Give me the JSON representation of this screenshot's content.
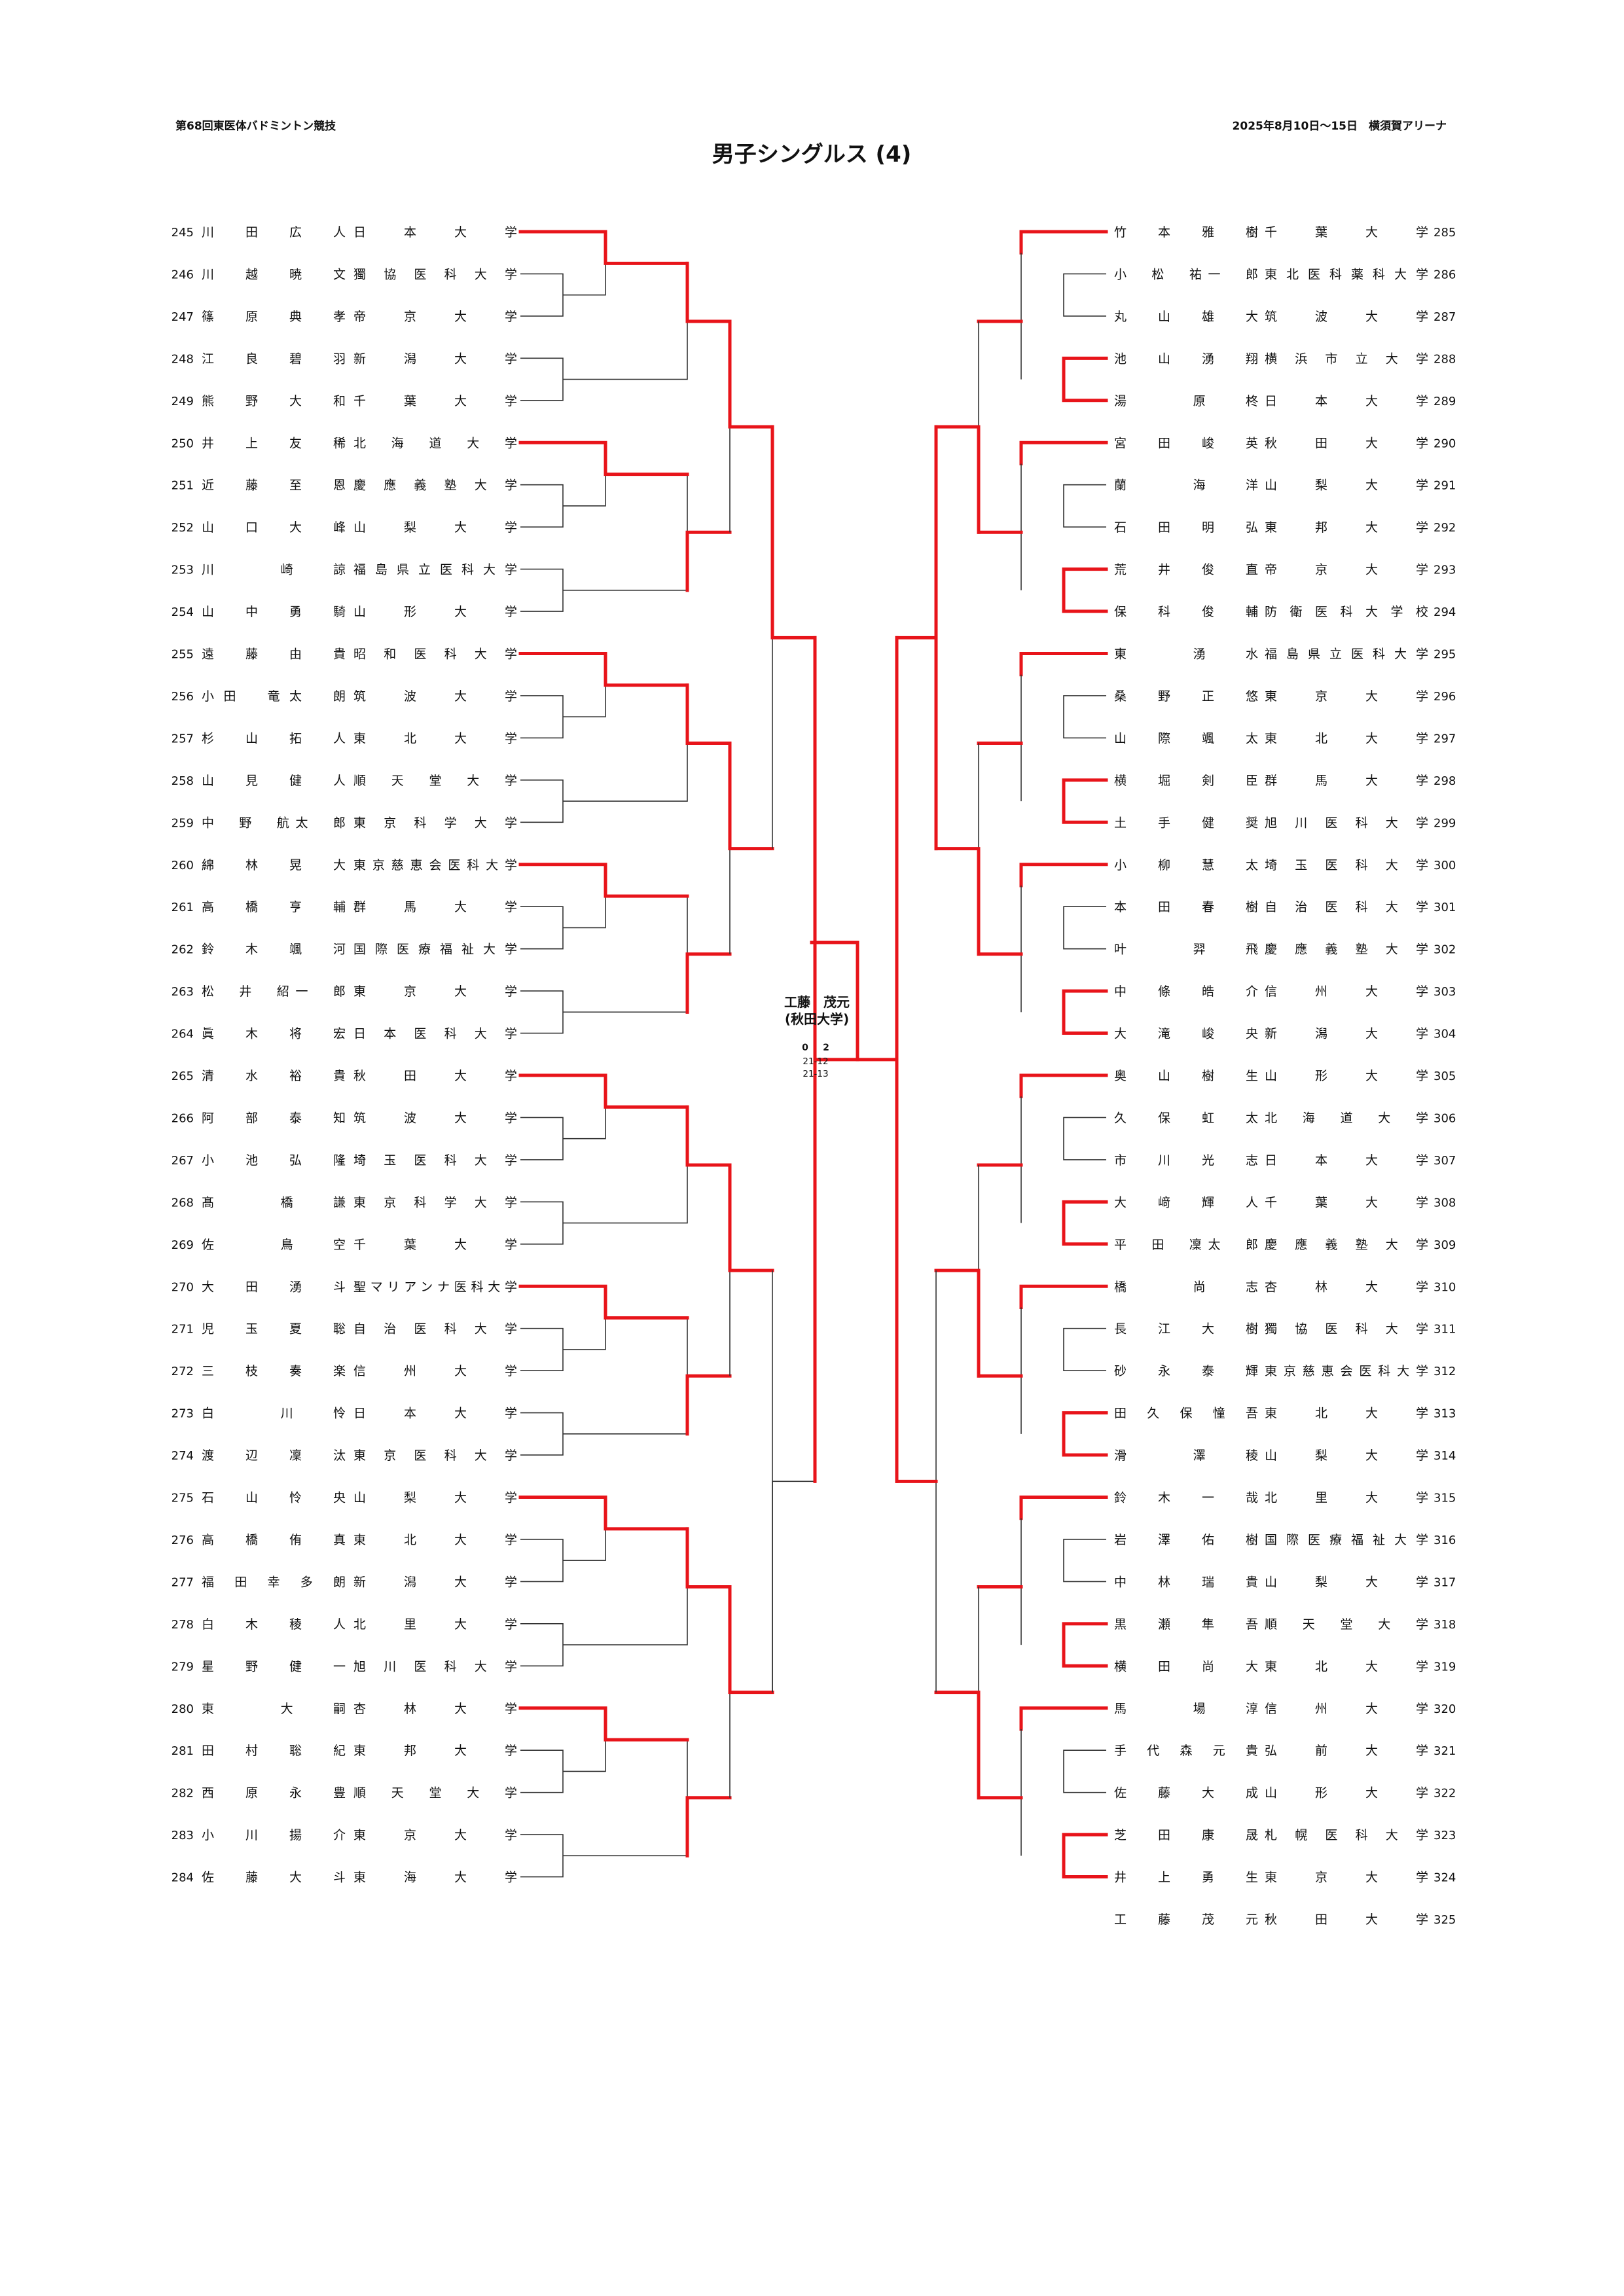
{
  "header": {
    "left": "第68回東医体バドミントン競技",
    "right": "2025年8月10日～15日　横須賀アリーナ",
    "title": "男子シングルス (4)"
  },
  "champion": {
    "name": "工藤　茂元",
    "affiliation": "(秋田大学)"
  },
  "chart_data": {
    "type": "tournament-bracket",
    "left_players": [
      {
        "no": "245",
        "name": "川　田　広　人",
        "univ": "日　本　大　学"
      },
      {
        "no": "246",
        "name": "川　越　暁　文",
        "univ": "獨協医科大学"
      },
      {
        "no": "247",
        "name": "篠　原　典　孝",
        "univ": "帝　京　大　学"
      },
      {
        "no": "248",
        "name": "江　良　碧　羽",
        "univ": "新　潟　大　学"
      },
      {
        "no": "249",
        "name": "熊　野　大　和",
        "univ": "千　葉　大　学"
      },
      {
        "no": "250",
        "name": "井　上　友　稀",
        "univ": "北海道大学"
      },
      {
        "no": "251",
        "name": "近　藤　至　恩",
        "univ": "慶應義塾大学"
      },
      {
        "no": "252",
        "name": "山　口　大　峰",
        "univ": "山　梨　大　学"
      },
      {
        "no": "253",
        "name": "川　　崎　諒",
        "univ": "福島県立医科大学"
      },
      {
        "no": "254",
        "name": "山　中　勇　騎",
        "univ": "山　形　大　学"
      },
      {
        "no": "255",
        "name": "遠　藤　由　貴",
        "univ": "昭和医科大学"
      },
      {
        "no": "256",
        "name": "小田　竜太　朗",
        "univ": "筑　波　大　学"
      },
      {
        "no": "257",
        "name": "杉　山　拓　人",
        "univ": "東　北　大　学"
      },
      {
        "no": "258",
        "name": "山　見　健　人",
        "univ": "順天堂大学"
      },
      {
        "no": "259",
        "name": "中　野　航太　郎",
        "univ": "東京科学大学"
      },
      {
        "no": "260",
        "name": "綿　林　晃　大",
        "univ": "東京慈恵会医科大学"
      },
      {
        "no": "261",
        "name": "高　橋　亨　輔",
        "univ": "群　馬　大　学"
      },
      {
        "no": "262",
        "name": "鈴　木　颯　河",
        "univ": "国際医療福祉大学"
      },
      {
        "no": "263",
        "name": "松　井　紹一　郎",
        "univ": "東　京　大　学"
      },
      {
        "no": "264",
        "name": "眞　木　将　宏",
        "univ": "日本医科大学"
      },
      {
        "no": "265",
        "name": "清　水　裕　貴",
        "univ": "秋　田　大　学"
      },
      {
        "no": "266",
        "name": "阿　部　泰　知",
        "univ": "筑　波　大　学"
      },
      {
        "no": "267",
        "name": "小　池　弘　隆",
        "univ": "埼玉医科大学"
      },
      {
        "no": "268",
        "name": "髙　　橋　謙",
        "univ": "東京科学大学"
      },
      {
        "no": "269",
        "name": "佐　　鳥　空",
        "univ": "千　葉　大　学"
      },
      {
        "no": "270",
        "name": "大　田　湧　斗",
        "univ": "聖マリアンナ医科大学"
      },
      {
        "no": "271",
        "name": "児　玉　夏　聡",
        "univ": "自治医科大学"
      },
      {
        "no": "272",
        "name": "三　枝　奏　楽",
        "univ": "信　州　大　学"
      },
      {
        "no": "273",
        "name": "白　　川　怜",
        "univ": "日　本　大　学"
      },
      {
        "no": "274",
        "name": "渡　辺　凜　汰",
        "univ": "東京医科大学"
      },
      {
        "no": "275",
        "name": "石　山　怜　央",
        "univ": "山　梨　大　学"
      },
      {
        "no": "276",
        "name": "高　橋　侑　真",
        "univ": "東　北　大　学"
      },
      {
        "no": "277",
        "name": "福　田　幸　多　朗",
        "univ": "新　潟　大　学"
      },
      {
        "no": "278",
        "name": "白　木　稜　人",
        "univ": "北　里　大　学"
      },
      {
        "no": "279",
        "name": "星　野　健　一",
        "univ": "旭川医科大学"
      },
      {
        "no": "280",
        "name": "東　　大　嗣",
        "univ": "杏　林　大　学"
      },
      {
        "no": "281",
        "name": "田　村　聡　紀",
        "univ": "東　邦　大　学"
      },
      {
        "no": "282",
        "name": "西　原　永　豊",
        "univ": "順天堂大学"
      },
      {
        "no": "283",
        "name": "小　川　揚　介",
        "univ": "東　京　大　学"
      },
      {
        "no": "284",
        "name": "佐　藤　大　斗",
        "univ": "東　海　大　学"
      }
    ],
    "right_players": [
      {
        "no": "285",
        "name": "竹　本　雅　樹",
        "univ": "千　葉　大　学"
      },
      {
        "no": "286",
        "name": "小　松　祐一　郎",
        "univ": "東北医科薬科大学"
      },
      {
        "no": "287",
        "name": "丸　山　雄　大",
        "univ": "筑　波　大　学"
      },
      {
        "no": "288",
        "name": "池　山　湧　翔",
        "univ": "横浜市立大学"
      },
      {
        "no": "289",
        "name": "湯　　原　柊",
        "univ": "日　本　大　学"
      },
      {
        "no": "290",
        "name": "宮　田　峻　英",
        "univ": "秋　田　大　学"
      },
      {
        "no": "291",
        "name": "蘭　　海　洋",
        "univ": "山　梨　大　学"
      },
      {
        "no": "292",
        "name": "石　田　明　弘",
        "univ": "東　邦　大　学"
      },
      {
        "no": "293",
        "name": "荒　井　俊　直",
        "univ": "帝　京　大　学"
      },
      {
        "no": "294",
        "name": "保　科　俊　輔",
        "univ": "防衛医科大学校"
      },
      {
        "no": "295",
        "name": "東　　湧　水",
        "univ": "福島県立医科大学"
      },
      {
        "no": "296",
        "name": "桑　野　正　悠",
        "univ": "東　京　大　学"
      },
      {
        "no": "297",
        "name": "山　際　颯　太",
        "univ": "東　北　大　学"
      },
      {
        "no": "298",
        "name": "横　堀　剣　臣",
        "univ": "群　馬　大　学"
      },
      {
        "no": "299",
        "name": "土　手　健　奨",
        "univ": "旭川医科大学"
      },
      {
        "no": "300",
        "name": "小　柳　慧　太",
        "univ": "埼玉医科大学"
      },
      {
        "no": "301",
        "name": "本　田　春　樹",
        "univ": "自治医科大学"
      },
      {
        "no": "302",
        "name": "叶　　羿　飛",
        "univ": "慶應義塾大学"
      },
      {
        "no": "303",
        "name": "中　條　皓　介",
        "univ": "信　州　大　学"
      },
      {
        "no": "304",
        "name": "大　滝　峻　央",
        "univ": "新　潟　大　学"
      },
      {
        "no": "305",
        "name": "奥　山　樹　生",
        "univ": "山　形　大　学"
      },
      {
        "no": "306",
        "name": "久　保　虹　太",
        "univ": "北海道大学"
      },
      {
        "no": "307",
        "name": "市　川　光　志",
        "univ": "日　本　大　学"
      },
      {
        "no": "308",
        "name": "大　﨑　輝　人",
        "univ": "千　葉　大　学"
      },
      {
        "no": "309",
        "name": "平　田　凜太　郎",
        "univ": "慶應義塾大学"
      },
      {
        "no": "310",
        "name": "橋　　尚　志",
        "univ": "杏　林　大　学"
      },
      {
        "no": "311",
        "name": "長　江　大　樹",
        "univ": "獨協医科大学"
      },
      {
        "no": "312",
        "name": "砂　永　泰　輝",
        "univ": "東京慈恵会医科大学"
      },
      {
        "no": "313",
        "name": "田　久　保　憧　吾",
        "univ": "東　北　大　学"
      },
      {
        "no": "314",
        "name": "滑　　澤　稜",
        "univ": "山　梨　大　学"
      },
      {
        "no": "315",
        "name": "鈴　木　一　哉",
        "univ": "北　里　大　学"
      },
      {
        "no": "316",
        "name": "岩　澤　佑　樹",
        "univ": "国際医療福祉大学"
      },
      {
        "no": "317",
        "name": "中　林　瑞　貴",
        "univ": "山　梨　大　学"
      },
      {
        "no": "318",
        "name": "黒　瀬　隼　吾",
        "univ": "順天堂大学"
      },
      {
        "no": "319",
        "name": "横　田　尚　大",
        "univ": "東　北　大　学"
      },
      {
        "no": "320",
        "name": "馬　　場　淳",
        "univ": "信　州　大　学"
      },
      {
        "no": "321",
        "name": "手　代　森　元　貴",
        "univ": "弘　前　大　学"
      },
      {
        "no": "322",
        "name": "佐　藤　大　成",
        "univ": "山　形　大　学"
      },
      {
        "no": "323",
        "name": "芝　田　康　晟",
        "univ": "札幌医科大学"
      },
      {
        "no": "324",
        "name": "井　上　勇　生",
        "univ": "東　京　大　学"
      },
      {
        "no": "325",
        "name": "工　藤　茂　元",
        "univ": "秋　田　大　学"
      }
    ],
    "final": {
      "left_score": "0",
      "right_score": "2",
      "scores": [
        "21-12",
        "21-13"
      ]
    }
  }
}
